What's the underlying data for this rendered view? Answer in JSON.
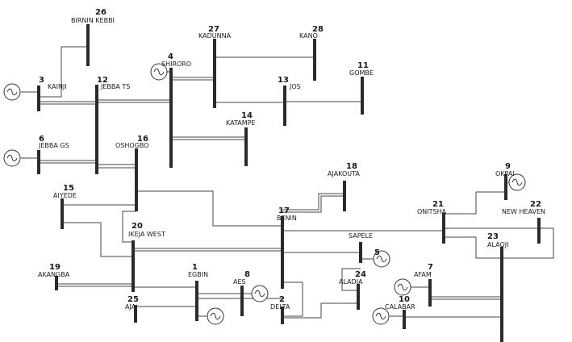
{
  "colors": {
    "bus": "#2b2b2b",
    "line": "#444444",
    "text": "#1a1a1a"
  },
  "icons": {
    "generator": "generator-icon"
  },
  "buses": [
    {
      "id": "b26",
      "num": "26",
      "name": "BIRNIN KEBBI"
    },
    {
      "id": "b27",
      "num": "27",
      "name": "KADUNNA"
    },
    {
      "id": "b28",
      "num": "28",
      "name": "KANO"
    },
    {
      "id": "b4",
      "num": "4",
      "name": "SHIRORO"
    },
    {
      "id": "b11",
      "num": "11",
      "name": "GOMBE"
    },
    {
      "id": "b3",
      "num": "3",
      "name": "KAINJI"
    },
    {
      "id": "b12",
      "num": "12",
      "name": "JEBBA TS"
    },
    {
      "id": "b13",
      "num": "13",
      "name": "JOS"
    },
    {
      "id": "b14",
      "num": "14",
      "name": "KATAMPE"
    },
    {
      "id": "b6",
      "num": "6",
      "name": "JEBBA GS"
    },
    {
      "id": "b16",
      "num": "16",
      "name": "OSHOGBO"
    },
    {
      "id": "b18",
      "num": "18",
      "name": "AJAKOUTA"
    },
    {
      "id": "b9",
      "num": "9",
      "name": "OKPAI"
    },
    {
      "id": "b15",
      "num": "15",
      "name": "AIYEDE"
    },
    {
      "id": "b21",
      "num": "21",
      "name": "ONITSHA"
    },
    {
      "id": "b22",
      "num": "22",
      "name": "NEW HEAVEN"
    },
    {
      "id": "b17",
      "num": "17",
      "name": "BENIN"
    },
    {
      "id": "b20",
      "num": "20",
      "name": "IKEJA WEST"
    },
    {
      "id": "b5",
      "num": "5",
      "name": "SAPELE"
    },
    {
      "id": "b23",
      "num": "23",
      "name": "ALAOJI"
    },
    {
      "id": "b19",
      "num": "19",
      "name": "AKANGBA"
    },
    {
      "id": "b1",
      "num": "1",
      "name": "EGBIN"
    },
    {
      "id": "b8",
      "num": "8",
      "name": "AES"
    },
    {
      "id": "b24",
      "num": "24",
      "name": "ALADIA"
    },
    {
      "id": "b7",
      "num": "7",
      "name": "AFAM"
    },
    {
      "id": "b25",
      "num": "25",
      "name": "AJA"
    },
    {
      "id": "b2",
      "num": "2",
      "name": "DELTA"
    },
    {
      "id": "b10",
      "num": "10",
      "name": "CALABAR"
    }
  ]
}
